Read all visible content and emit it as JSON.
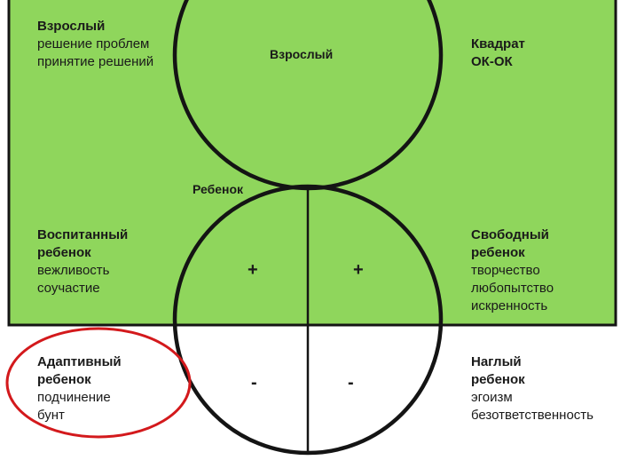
{
  "colors": {
    "field": "#8fd65c",
    "stroke": "#141414",
    "highlight": "#d3191c"
  },
  "adult": {
    "title": "Взрослый",
    "lines": [
      "решение проблем",
      "принятие решений"
    ]
  },
  "circle_adult_label": "Взрослый",
  "square": {
    "title_line1": "Квадрат",
    "title_line2": "ОК-ОК"
  },
  "circle_child_label": "Ребенок",
  "well_bred": {
    "title_line1": "Воспитанный",
    "title_line2": "ребенок",
    "lines": [
      "вежливость",
      "соучастие"
    ]
  },
  "free": {
    "title_line1": "Свободный",
    "title_line2": "ребенок",
    "lines": [
      "творчество",
      "любопытство",
      "искренность"
    ]
  },
  "adaptive": {
    "title_line1": "Адаптивный",
    "title_line2": "ребенок",
    "lines": [
      "подчинение",
      "бунт"
    ]
  },
  "insolent": {
    "title_line1": "Наглый",
    "title_line2": "ребенок",
    "lines": [
      "эгоизм",
      "безответственность"
    ]
  },
  "signs": {
    "plus": "+",
    "minus": "-"
  }
}
